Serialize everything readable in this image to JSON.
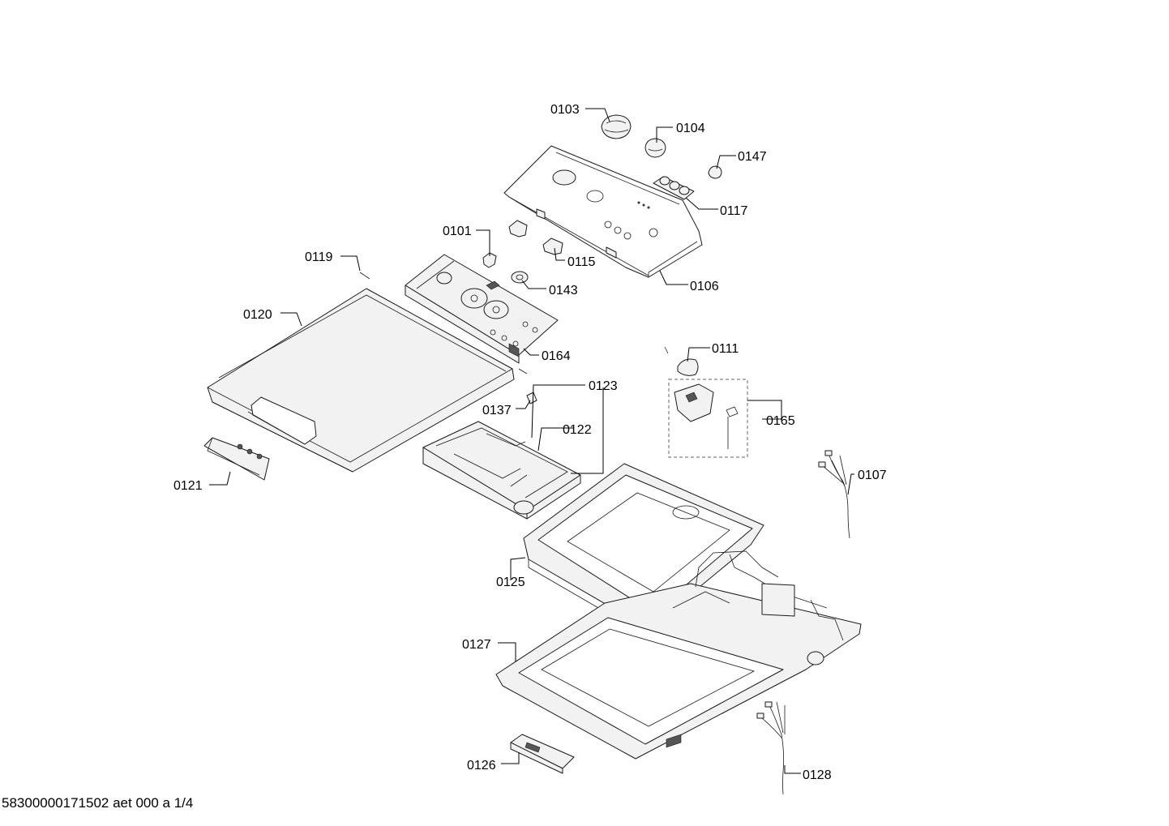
{
  "callouts": {
    "p0101": "0101",
    "p0103": "0103",
    "p0104": "0104",
    "p0106": "0106",
    "p0107": "0107",
    "p0111": "0111",
    "p0115": "0115",
    "p0117": "0117",
    "p0119": "0119",
    "p0120": "0120",
    "p0121": "0121",
    "p0122": "0122",
    "p0123": "0123",
    "p0125": "0125",
    "p0126": "0126",
    "p0127": "0127",
    "p0128": "0128",
    "p0137": "0137",
    "p0143": "0143",
    "p0147": "0147",
    "p0164": "0164",
    "p0165": "0165"
  },
  "footer": "58300000171502 aet 000 a 1/4"
}
